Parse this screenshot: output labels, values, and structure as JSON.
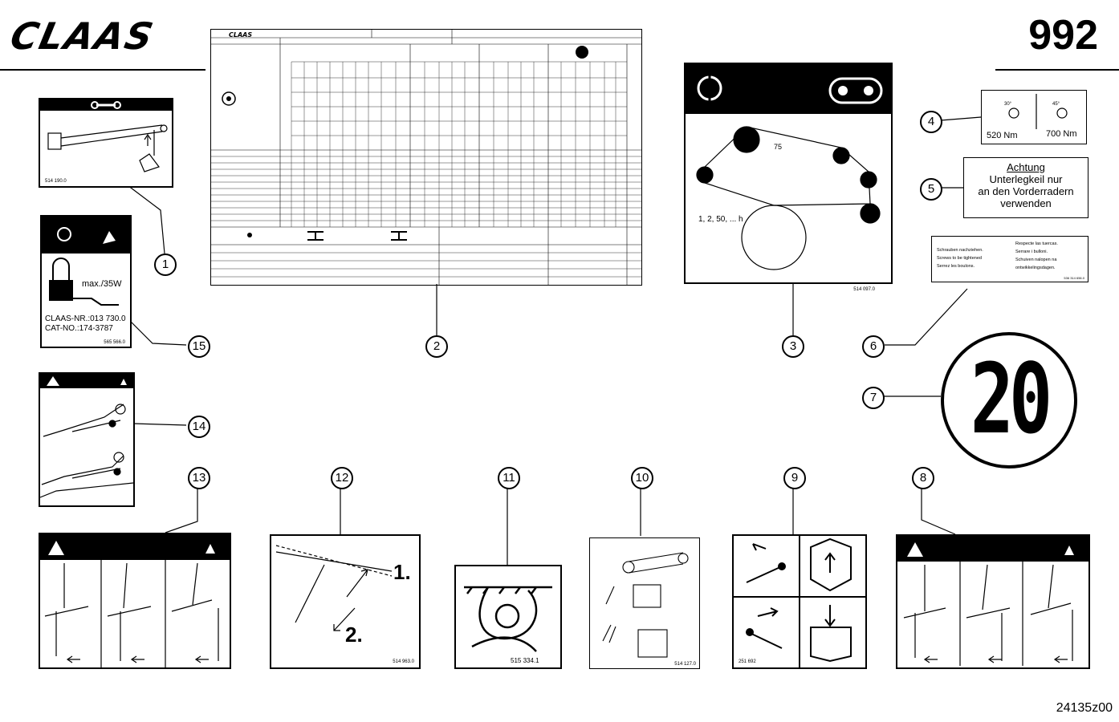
{
  "header": {
    "brand": "CLAAS",
    "page_number": "992"
  },
  "footer": {
    "figure_code": "24135z00"
  },
  "callouts": [
    "1",
    "2",
    "3",
    "4",
    "5",
    "6",
    "7",
    "8",
    "9",
    "10",
    "11",
    "12",
    "13",
    "14",
    "15"
  ],
  "decal_1": {
    "part_no": "514 190.0"
  },
  "decal_3": {
    "hours_label": "1, 2, 50, ... h",
    "dim": "75",
    "part_no": "514 097.0"
  },
  "decal_4": {
    "torque_1": "520 Nm",
    "torque_2": "700 Nm",
    "angle_1": "30°",
    "angle_2": "45°"
  },
  "decal_5": {
    "title": "Achtung",
    "lines": [
      "Unterlegkeil nur",
      "an den Vorderradern",
      "verwenden"
    ]
  },
  "decal_6": {
    "left": [
      "Schrauben nachziehen.",
      "Screws to be tightened",
      "Serrez les boulons."
    ],
    "right": [
      "Respecte las tuercas.",
      "Serrare i bulloni.",
      "Schuiven nalopen na",
      "ontwikkelingsdagen."
    ],
    "part_no": "536 314 656.0"
  },
  "decal_7": {
    "speed": "20"
  },
  "decal_11": {
    "part_no": "515 334.1"
  },
  "decal_12": {
    "step_1": "1.",
    "step_2": "2.",
    "part_no": "514 963.0"
  },
  "decal_15": {
    "power": "max./35W",
    "claas_no": "CLAAS-NR.:013 730.0",
    "cat_no": "CAT-NO.:174-3787",
    "part_no": "565 566.0"
  },
  "decal_10": {
    "part_no": "514 127.0"
  },
  "decal_9": {
    "part_no": "251 692"
  },
  "colors": {
    "ink": "#000000",
    "paper": "#ffffff"
  }
}
